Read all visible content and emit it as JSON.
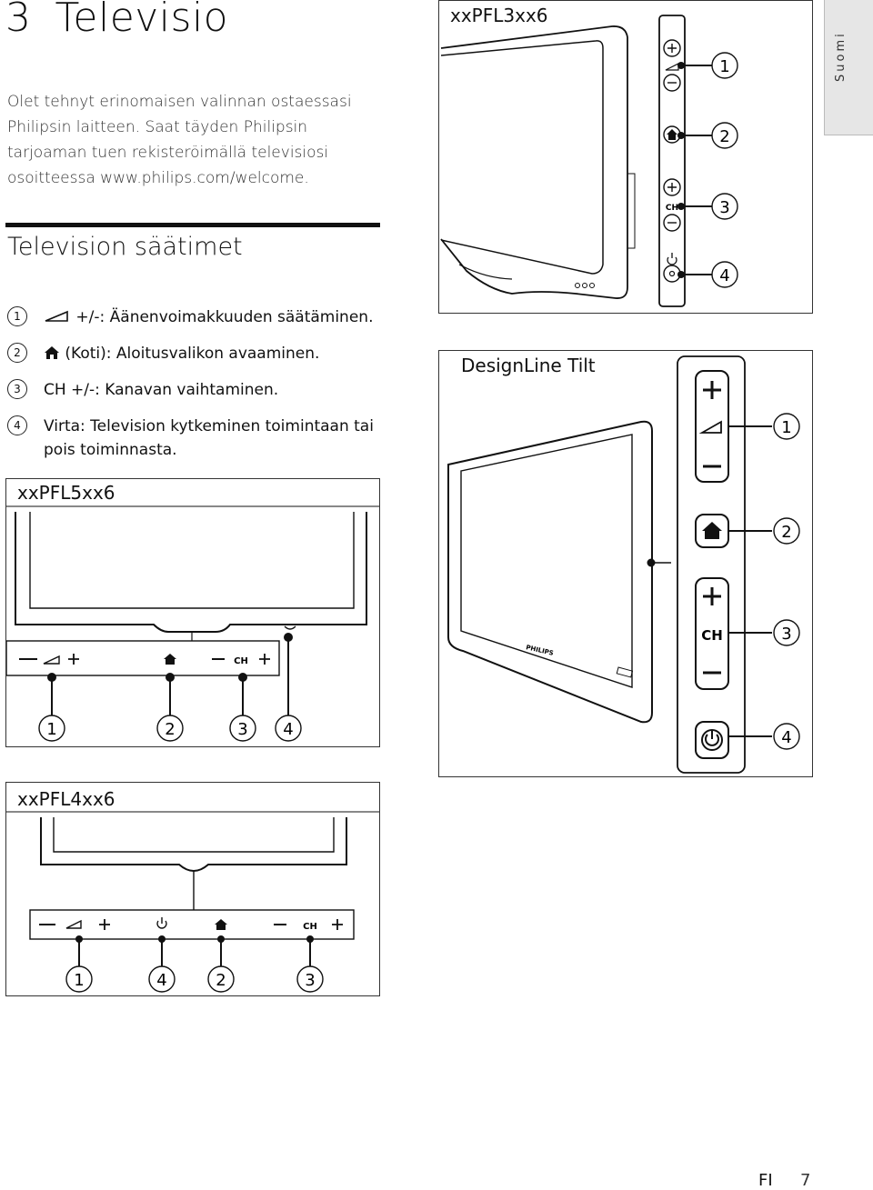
{
  "chapter": {
    "number": "3",
    "title": "Televisio"
  },
  "intro": "Olet tehnyt erinomaisen valinnan ostaessasi Philipsin laitteen. Saat täyden Philipsin tarjoaman tuen rekisteröimällä televisiosi osoitteessa www.philips.com/welcome.",
  "section_title": "Television säätimet",
  "controls": [
    {
      "num": "1",
      "text": "+/-: Äänenvoimakkuuden säätäminen.",
      "icon": "volume-icon"
    },
    {
      "num": "2",
      "text": "(Koti): Aloitusvalikon avaaminen.",
      "icon": "home-icon"
    },
    {
      "num": "3",
      "text": "CH +/-: Kanavan vaihtaminen.",
      "icon": ""
    },
    {
      "num": "4",
      "text": "Virta: Television kytkeminen toimintaan tai pois toiminnasta.",
      "icon": ""
    }
  ],
  "figures": {
    "pfl3": {
      "label": "xxPFL3xx6",
      "callouts": [
        "1",
        "2",
        "3",
        "4"
      ],
      "ch": "CH"
    },
    "designline": {
      "label": "DesignLine Tilt",
      "callouts": [
        "1",
        "2",
        "3",
        "4"
      ],
      "ch": "CH",
      "brand": "PHILIPS"
    },
    "pfl5": {
      "label": "xxPFL5xx6",
      "callouts": [
        "1",
        "2",
        "3",
        "4"
      ],
      "ch": "CH"
    },
    "pfl4": {
      "label": "xxPFL4xx6",
      "callouts": [
        "1",
        "4",
        "2",
        "3"
      ],
      "ch": "CH"
    }
  },
  "language_tab": "Suomi",
  "footer": {
    "lang": "FI",
    "page": "7"
  }
}
